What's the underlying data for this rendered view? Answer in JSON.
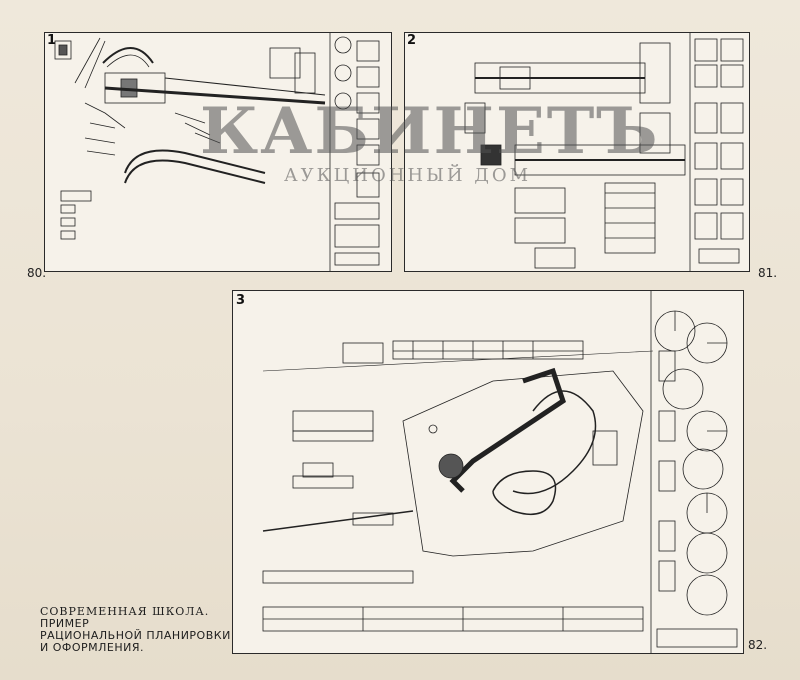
{
  "sheets": [
    {
      "number": "1"
    },
    {
      "number": "2"
    },
    {
      "number": "3"
    }
  ],
  "page_numbers": {
    "left_top": "80.",
    "right_top": "81.",
    "bottom": "82."
  },
  "caption": {
    "line1": "СОВРЕМЕННАЯ ШКОЛА.",
    "line2": "ПРИМЕР",
    "line3": "РАЦИОНАЛЬНОЙ ПЛАНИРОВКИ",
    "line4": "И ОФОРМЛЕНИЯ."
  },
  "watermark": {
    "main": "КАБИНЕТЪ",
    "sub": "АУКЦИОННЫЙ ДОМ"
  },
  "colors": {
    "paper": "#ece4d6",
    "ink": "#222222"
  }
}
